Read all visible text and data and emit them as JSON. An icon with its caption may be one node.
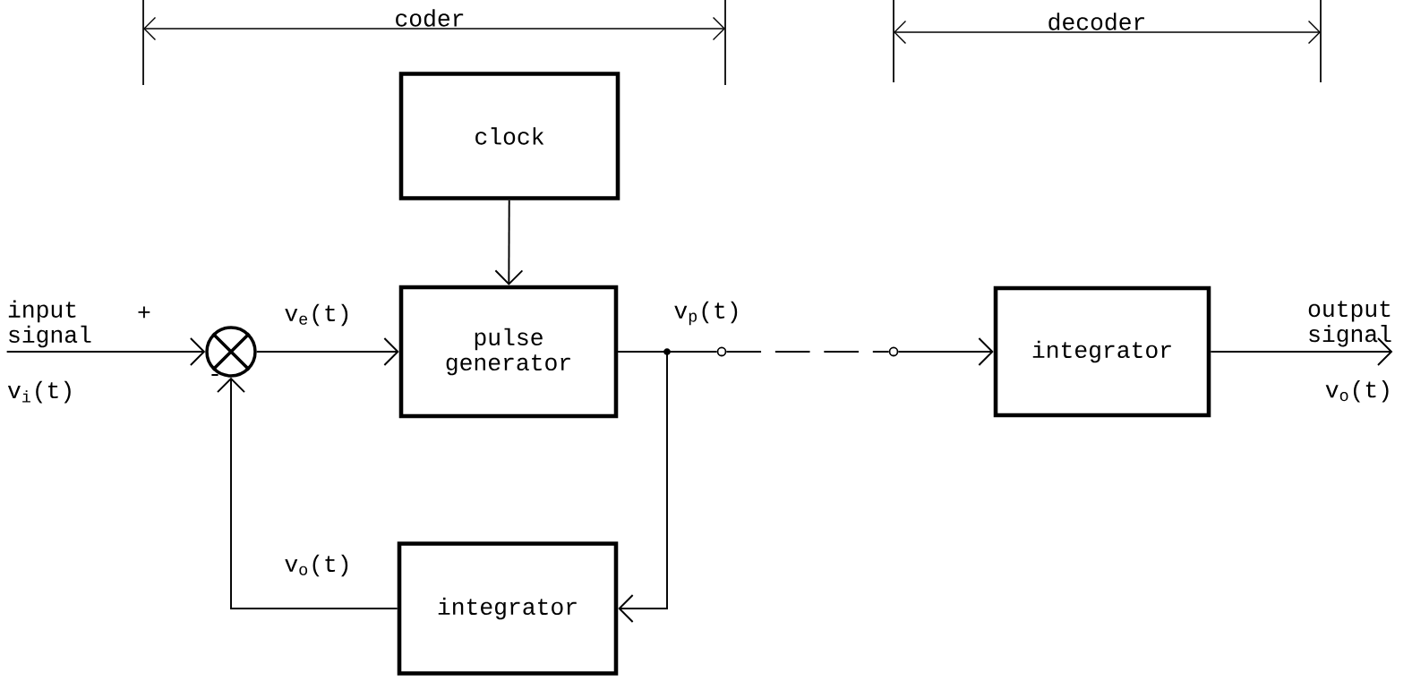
{
  "diagram": {
    "nodes": [
      {
        "text": [
          "clock"
        ]
      },
      {
        "text": [
          "pulse generator"
        ]
      },
      {
        "text": [
          "integrator"
        ]
      },
      {
        "text": [
          "integrator"
        ]
      },
      {
        "text": [],
        "shape": "circle"
      },
      {
        "text": [],
        "shape": "circle"
      },
      {
        "text": [],
        "shape": "circle"
      },
      {
        "text": [
          "input signal",
          "v$_{i}$(t)"
        ]
      },
      {
        "text": [
          "output signal",
          "v$_{o}$(t)"
        ]
      }
    ],
    "edges": [
      {
        "from": 7,
        "to": 4,
        "arrow": "to"
      },
      {
        "from": 4,
        "to": 1,
        "arrow": "to",
        "label": "v$_{e}$(t)"
      },
      {
        "from": 0,
        "to": 1,
        "arrow": "to"
      },
      {
        "from": 1,
        "to": 5,
        "arrow": "none",
        "label": "v$_{p}$(t)"
      },
      {
        "from": 1,
        "to": 2,
        "arrow": "to"
      },
      {
        "from": 2,
        "to": 4,
        "arrow": "to",
        "label": "v$_{o}$(t)"
      },
      {
        "from": 5,
        "to": 6,
        "arrow": "none",
        "style": "dashed"
      },
      {
        "from": 6,
        "to": 3,
        "arrow": "to"
      },
      {
        "from": 3,
        "to": 8,
        "arrow": "to"
      }
    ],
    "labels": [
      "coder",
      "decoder",
      "+",
      "-"
    ]
  }
}
